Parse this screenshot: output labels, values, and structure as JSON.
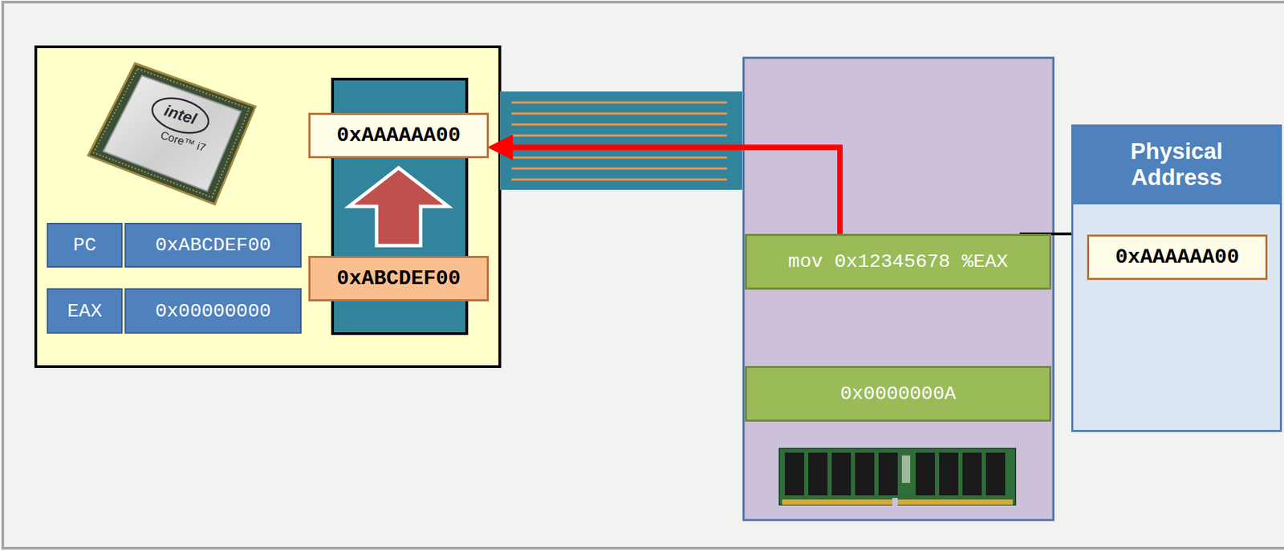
{
  "diagram": {
    "nodes": [
      {
        "text": [
          "PC"
        ]
      },
      {
        "text": [
          "0xABCDEF00"
        ]
      },
      {
        "text": [
          "EAX"
        ]
      },
      {
        "text": [
          "0x00000000"
        ]
      },
      {
        "text": [
          "0xAAAAAA00"
        ]
      },
      {
        "text": [
          "0xABCDEF00"
        ]
      },
      {
        "text": [
          "mov 0x12345678 %EAX"
        ]
      },
      {
        "text": [
          "0x0000000A"
        ]
      },
      {
        "text": [
          "Physical Address"
        ]
      },
      {
        "text": [
          "0xAAAAAA00"
        ],
        "in": 8
      }
    ],
    "edges": [
      {
        "from": 6,
        "to": 4,
        "arrow": "to"
      },
      {
        "from": 6,
        "to": 9,
        "arrow": "none"
      },
      {
        "from": 5,
        "to": 4,
        "arrow": "to"
      }
    ],
    "labels": [
      "intel",
      "Core™ i7"
    ]
  }
}
